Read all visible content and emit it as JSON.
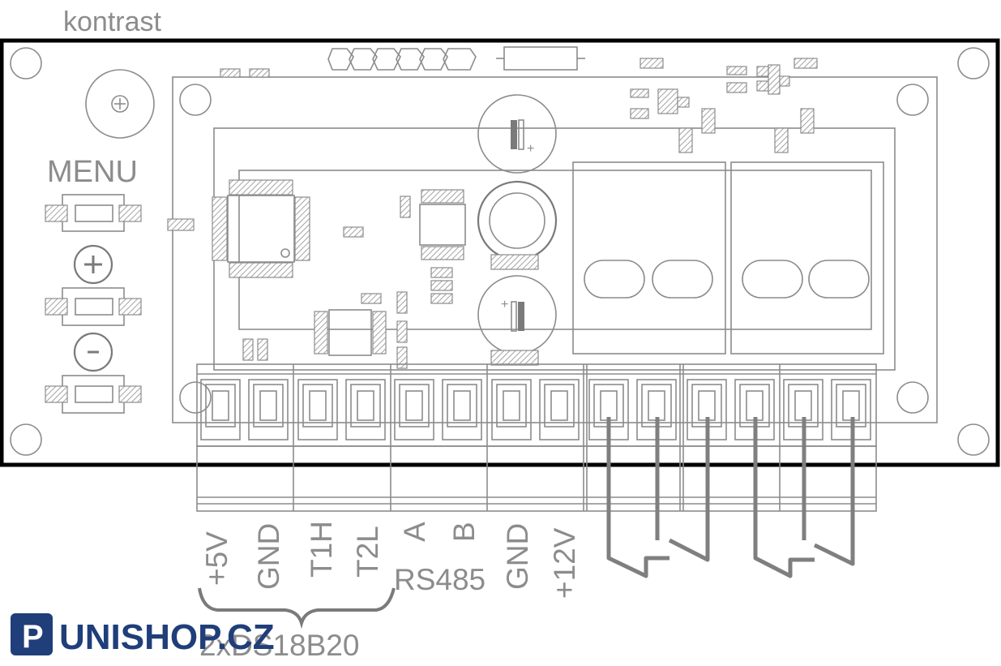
{
  "labels": {
    "kontrast": "kontrast",
    "menu": "MENU",
    "plus_symbol": "+",
    "minus_symbol": "-",
    "pin_5v": "+5V",
    "pin_gnd1": "GND",
    "pin_t1h": "T1H",
    "pin_t2l": "T2L",
    "pin_a": "A",
    "pin_b": "B",
    "pin_gnd2": "GND",
    "pin_12v": "+12V",
    "rs485": "RS485",
    "sensor": "2xDS18B20"
  },
  "logo": {
    "text": "UNISHOP.CZ",
    "mark": "P",
    "color": "#1f3e7a"
  },
  "icons": [
    "contrast-potentiometer-icon",
    "relay-terminal-wires"
  ]
}
